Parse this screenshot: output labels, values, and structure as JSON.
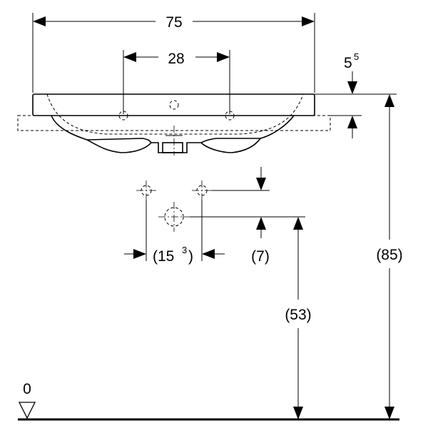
{
  "dimensions": {
    "overall_width": "75",
    "tap_hole_spacing": "28",
    "rim_thickness_main": "5",
    "rim_thickness_sup": "5",
    "waste_spacing_main": "(15",
    "waste_spacing_sup": "3",
    "waste_spacing_close": ")",
    "waste_offset": "(7)",
    "waste_height": "(53)",
    "rim_height": "(85)",
    "floor_level": "0"
  }
}
